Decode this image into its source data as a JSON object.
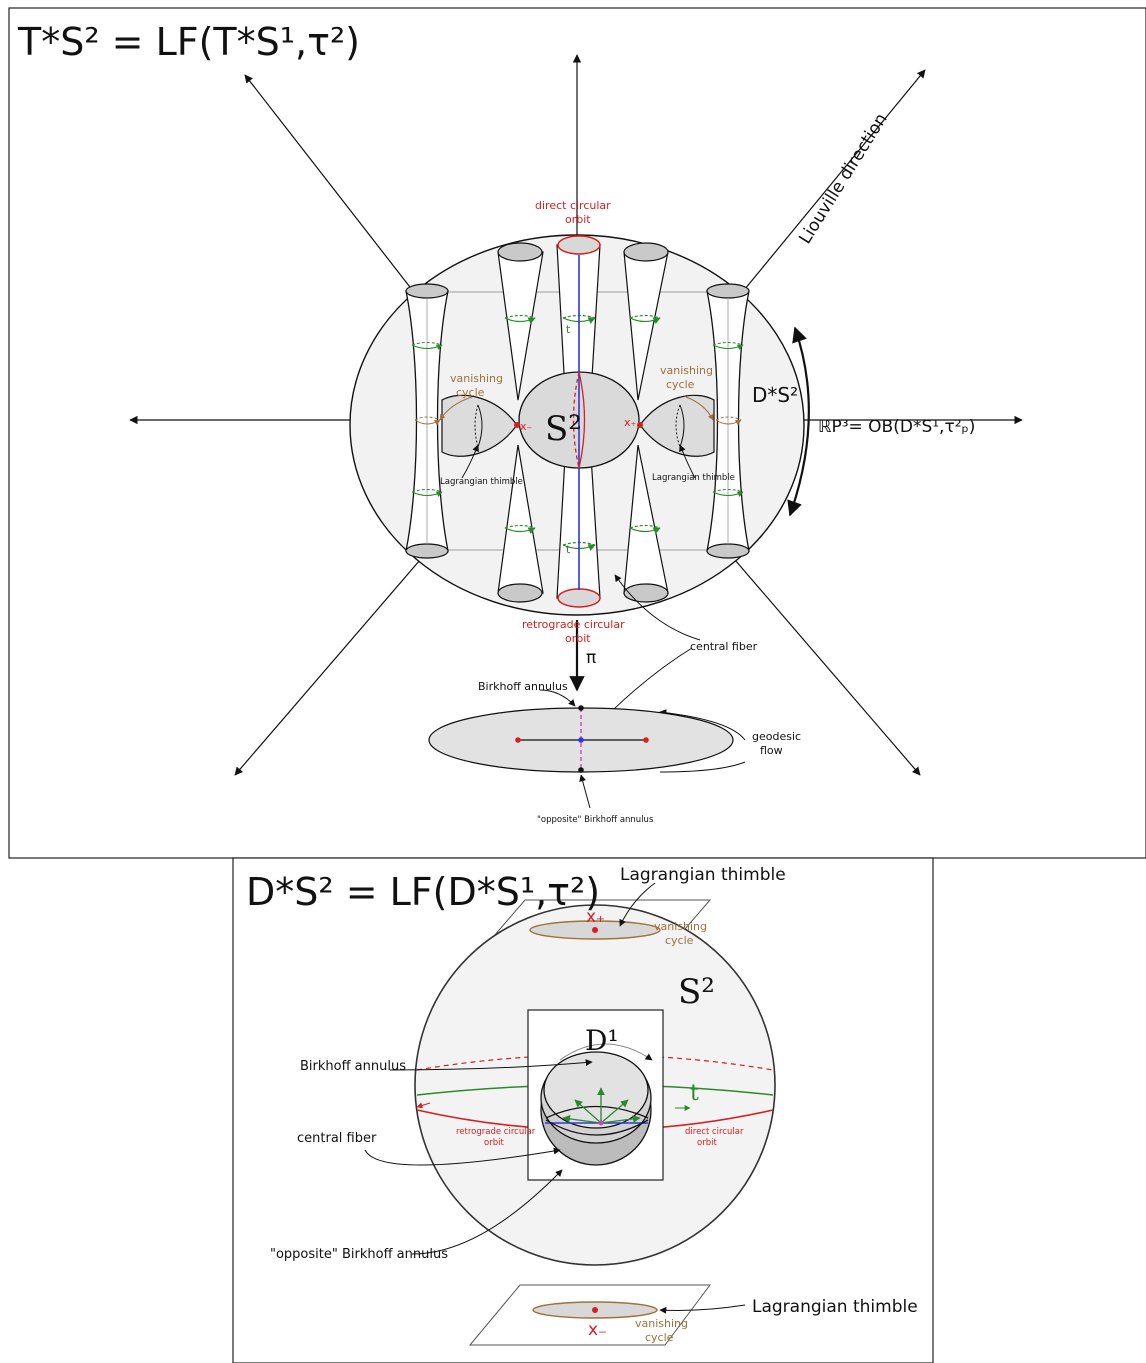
{
  "top_panel": {
    "title": "T*S² = LF(T*S¹,τ²)",
    "liouville": "Liouville direction",
    "direct_orbit_line1": "direct circular",
    "direct_orbit_line2": "orbit",
    "retro_orbit_line1": "retrograde circular",
    "retro_orbit_line2": "orbit",
    "vanishing_line1": "vanishing",
    "vanishing_line2": "cycle",
    "thimble": "Lagrangian thimble",
    "x_minus": "x₋",
    "x_plus": "x₊",
    "sphere": "S²",
    "t_top": "t",
    "t_bottom": "t",
    "ds2": "D*S²",
    "rp3": "ℝP³= OB(D*S¹,τ²ₚ)",
    "pi": "π",
    "central_fiber": "central fiber",
    "birkhoff": "Birkhoff annulus",
    "geodesic_line1": "geodesic",
    "geodesic_line2": "flow",
    "opposite_birkhoff": "\"opposite\" Birkhoff annulus"
  },
  "bottom_panel": {
    "title": "D*S² = LF(D*S¹,τ²)",
    "thimble_top": "Lagrangian thimble",
    "thimble_bottom": "Lagrangian thimble",
    "vanishing_line1": "vanishing",
    "vanishing_line2": "cycle",
    "x_plus": "x₊",
    "x_minus": "x₋",
    "sphere": "S²",
    "disk": "D¹",
    "t": "t",
    "birkhoff": "Birkhoff annulus",
    "central_fiber": "central fiber",
    "opposite_birkhoff": "\"opposite\" Birkhoff annulus",
    "retro_line1": "retrograde circular",
    "retro_line2": "orbit",
    "direct_line1": "direct circular",
    "direct_line2": "orbit"
  },
  "colors": {
    "red": "#d62020",
    "blue": "#2a3ad6",
    "green": "#2a8a2a",
    "brown": "#a0713a",
    "magenta": "#d040d0",
    "fill_light": "#f0f0f0",
    "fill_mid": "#d0d0d0"
  }
}
